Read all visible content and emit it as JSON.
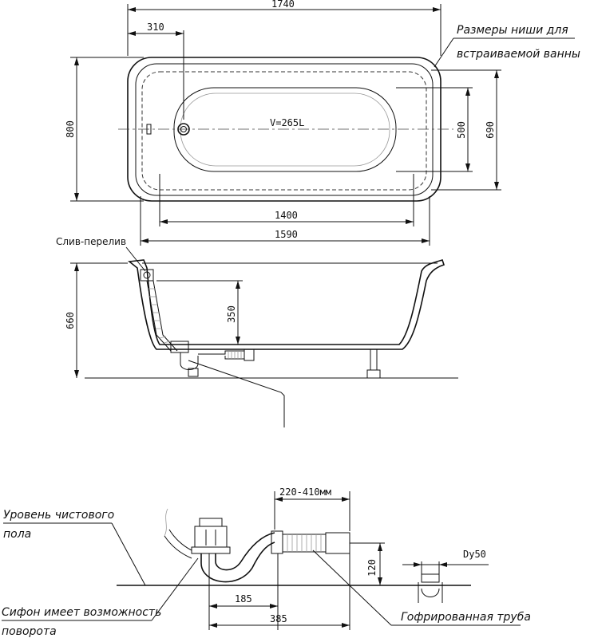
{
  "plan_view": {
    "dim_total_length": "1740",
    "dim_drain_offset": "310",
    "dim_width": "800",
    "volume": "V=265L",
    "dim_bottom_width": "500",
    "dim_niche_width": "690",
    "dim_bottom_length": "1400",
    "dim_inner_length": "1590",
    "niche_note_line1": "Размеры ниши для",
    "niche_note_line2": "встраиваемой ванны"
  },
  "side_view": {
    "overflow_label": "Слив-перелив",
    "dim_height": "660",
    "dim_overflow_height": "350"
  },
  "siphon_detail": {
    "dim_hose_range": "220-410мм",
    "floor_label_line1": "Уровень чистового",
    "floor_label_line2": "пола",
    "dim_pipe": "Dy50",
    "dim_outlet_height": "120",
    "dim_siphon_offset": "185",
    "dim_siphon_total": "385",
    "rotation_label_line1": "Сифон имеет возможность",
    "rotation_label_line2": "поворота",
    "hose_label": "Гофрированная труба"
  }
}
